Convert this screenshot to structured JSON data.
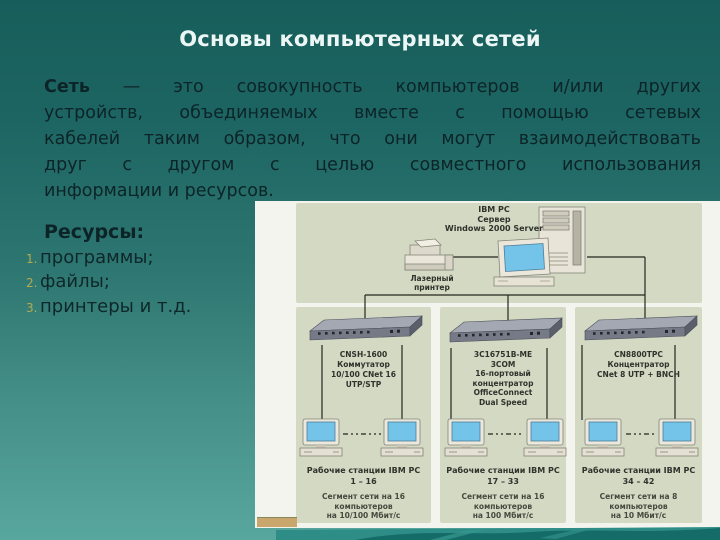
{
  "slide": {
    "title": "Основы компьютерных сетей",
    "intro": {
      "lead_word": "Сеть",
      "line1_rest": " — это совокупность компьютеров и/или других",
      "lines": [
        "устройств, объединяемых вместе с помощью сетевых",
        "кабелей таким образом, что они могут взаимодействовать",
        "друг с другом с целью совместного использования",
        "информации и ресурсов."
      ]
    },
    "resources": {
      "heading": "Ресурсы:",
      "items": [
        {
          "num": "1.",
          "label": "программы;"
        },
        {
          "num": "2.",
          "label": "файлы;"
        },
        {
          "num": "3.",
          "label": "принтеры и т.д."
        }
      ]
    }
  },
  "diagram": {
    "server_label": {
      "line1": "IBM PC",
      "line2": "Сервер",
      "line3": "Windows 2000 Server"
    },
    "printer_label": "Лазерный принтер",
    "panels": [
      {
        "device_lines": [
          "CNSH-1600",
          "Коммутатор",
          "10/100 CNet 16",
          "UTP/STP"
        ],
        "stations_line1": "Рабочие станции IBM PC",
        "stations_line2": "1 – 16",
        "segment_lines": [
          "Сегмент сети на 16",
          "компьютеров",
          "на 10/100 Мбит/с"
        ]
      },
      {
        "device_lines": [
          "3C16751B-ME",
          "3COM",
          "16-портовый",
          "концентратор",
          "OfficeConnect",
          "Dual Speed"
        ],
        "stations_line1": "Рабочие станции IBM PC",
        "stations_line2": "17 – 33",
        "segment_lines": [
          "Сегмент сети на 16",
          "компьютеров",
          "на 100 Мбит/с"
        ]
      },
      {
        "device_lines": [
          "CN8800TPC",
          "Концентратор",
          "CNet 8 UTP + BNCH"
        ],
        "stations_line1": "Рабочие станции IBM PC",
        "stations_line2": "34 – 42",
        "segment_lines": [
          "Сегмент сети на 8",
          "компьютеров",
          "на 10 Мбит/с"
        ]
      }
    ]
  },
  "colors": {
    "background_top": "#175e5b",
    "background_bottom": "#58a79f",
    "title_text": "#ecf7f5",
    "body_text": "#0c2428",
    "list_number_accent": "#b2aa4f",
    "diagram_frame": "#f4f4ee",
    "diagram_panel": "#d3d9c3",
    "diagram_text": "#2e332c",
    "screen_blue": "#74c3e8",
    "bottom_band": "#2e8e87",
    "bottom_band_dark": "#156b68",
    "tan_strip": "#c9a76c"
  }
}
